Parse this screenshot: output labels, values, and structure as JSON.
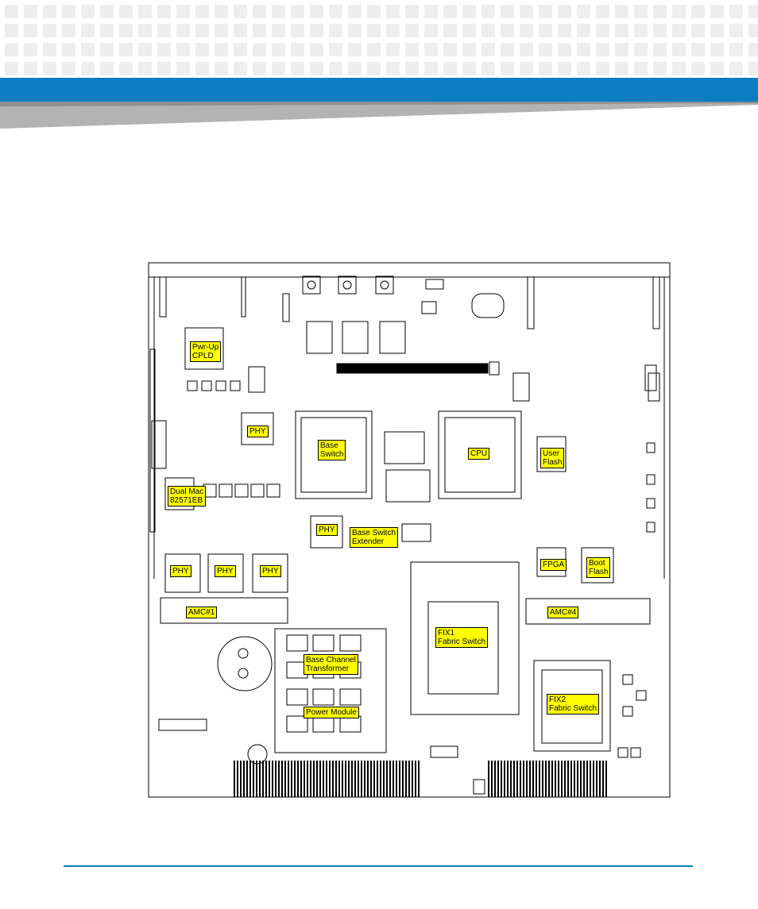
{
  "header": {
    "accent_color": "#0b7dc2",
    "pattern_color": "#eeeeee",
    "band_gray": "#b3b3b3"
  },
  "board": {
    "labels": {
      "pwr_up_cpld": [
        "Pwr-Up",
        "CPLD"
      ],
      "phy_top": "PHY",
      "base_switch": [
        "Base",
        "Switch"
      ],
      "cpu": "CPU",
      "user_flash": [
        "User",
        "Flash"
      ],
      "dual_mac": [
        "Dual Mac",
        "82571EB"
      ],
      "phy_mid": "PHY",
      "base_switch_extender": [
        "Base Switch",
        "Extender"
      ],
      "phy_a": "PHY",
      "phy_b": "PHY",
      "phy_c": "PHY",
      "fpga": "FPGA",
      "boot_flash": [
        "Boot",
        "Flash"
      ],
      "amc1": "AMC#1",
      "amc4": "AMC#4",
      "fix1": [
        "FIX1",
        "Fabric Switch"
      ],
      "base_channel_transformer": [
        "Base Channel",
        "Transformer"
      ],
      "power_module": "Power Module",
      "fix2": [
        "FIX2",
        "Fabric Switch"
      ]
    }
  }
}
